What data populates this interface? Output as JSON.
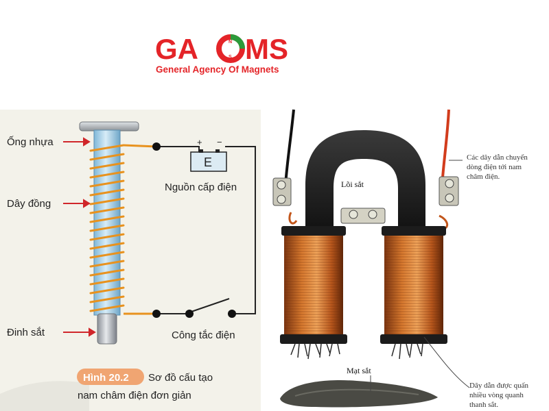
{
  "logo": {
    "name_left": "GA",
    "name_right": "MS",
    "letter_o": "O",
    "compass_n": "N",
    "compass_s": "S",
    "tagline": "General Agency Of Magnets",
    "brand_color": "#e42428"
  },
  "left_diagram": {
    "label_tube": "Ống nhựa",
    "label_wire": "Dây đồng",
    "label_nail": "Đinh sắt",
    "label_power": "Nguồn cấp điện",
    "label_switch": "Công tắc điện",
    "battery_symbol": "E",
    "plus": "+",
    "minus": "−",
    "figure_tag": "Hình 20.2",
    "caption_line1": "Sơ đồ cấu tạo",
    "caption_line2": "nam châm điện đơn giản"
  },
  "right_photo": {
    "label_core": "Lõi sắt",
    "label_filings": "Mạt sắt",
    "wires_line1": "Các dây dẫn chuyển",
    "wires_line2": "dòng điện tới nam",
    "wires_line3": "châm điện.",
    "coil_line1": "Dây dẫn được quấn",
    "coil_line2": "nhiều vòng quanh",
    "coil_line3": "thanh sắt."
  }
}
